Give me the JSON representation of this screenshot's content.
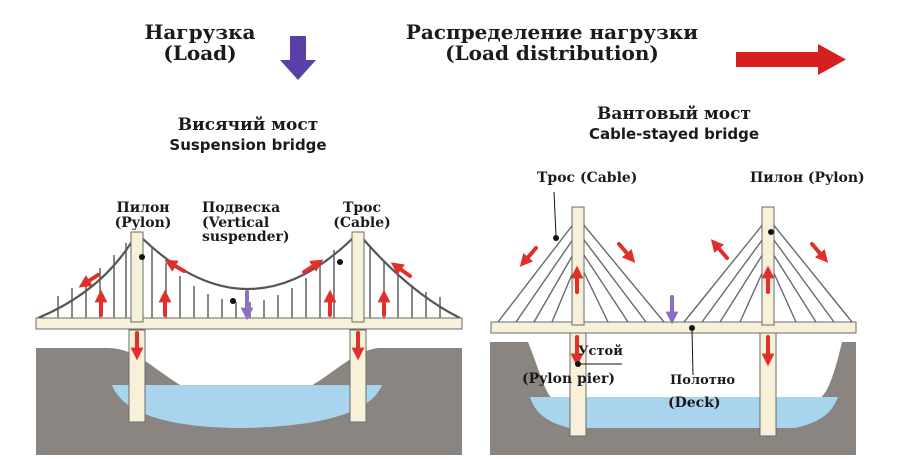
{
  "header": {
    "load_ru": "Нагрузка",
    "load_en": "(Load)",
    "distribution_ru": "Распределение нагрузки",
    "distribution_en": "(Load distribution)"
  },
  "suspension": {
    "title_ru": "Висячий мост",
    "title_en": "Suspension bridge",
    "pylon_ru": "Пилон",
    "pylon_en": "(Pylon)",
    "suspender_ru": "Подвеска",
    "suspender_en_1": "(Vertical",
    "suspender_en_2": "suspender)",
    "cable_ru": "Трос",
    "cable_en": "(Cable)"
  },
  "cable_stayed": {
    "title_ru": "Вантовый мост",
    "title_en": "Cable-stayed bridge",
    "cable": "Трос (Cable)",
    "pylon": "Пилон (Pylon)",
    "pier_ru": "Устой",
    "pier_en": "(Pylon pier)",
    "deck_ru": "Полотно",
    "deck_en": "(Deck)"
  },
  "colors": {
    "load_arrow": "#5a3fa8",
    "distribution_arrow": "#d62020",
    "water": "#a9d4ee",
    "ground": "#8a8580",
    "structure_fill": "#f6f1d8",
    "structure_stroke": "#6a6a6a"
  }
}
